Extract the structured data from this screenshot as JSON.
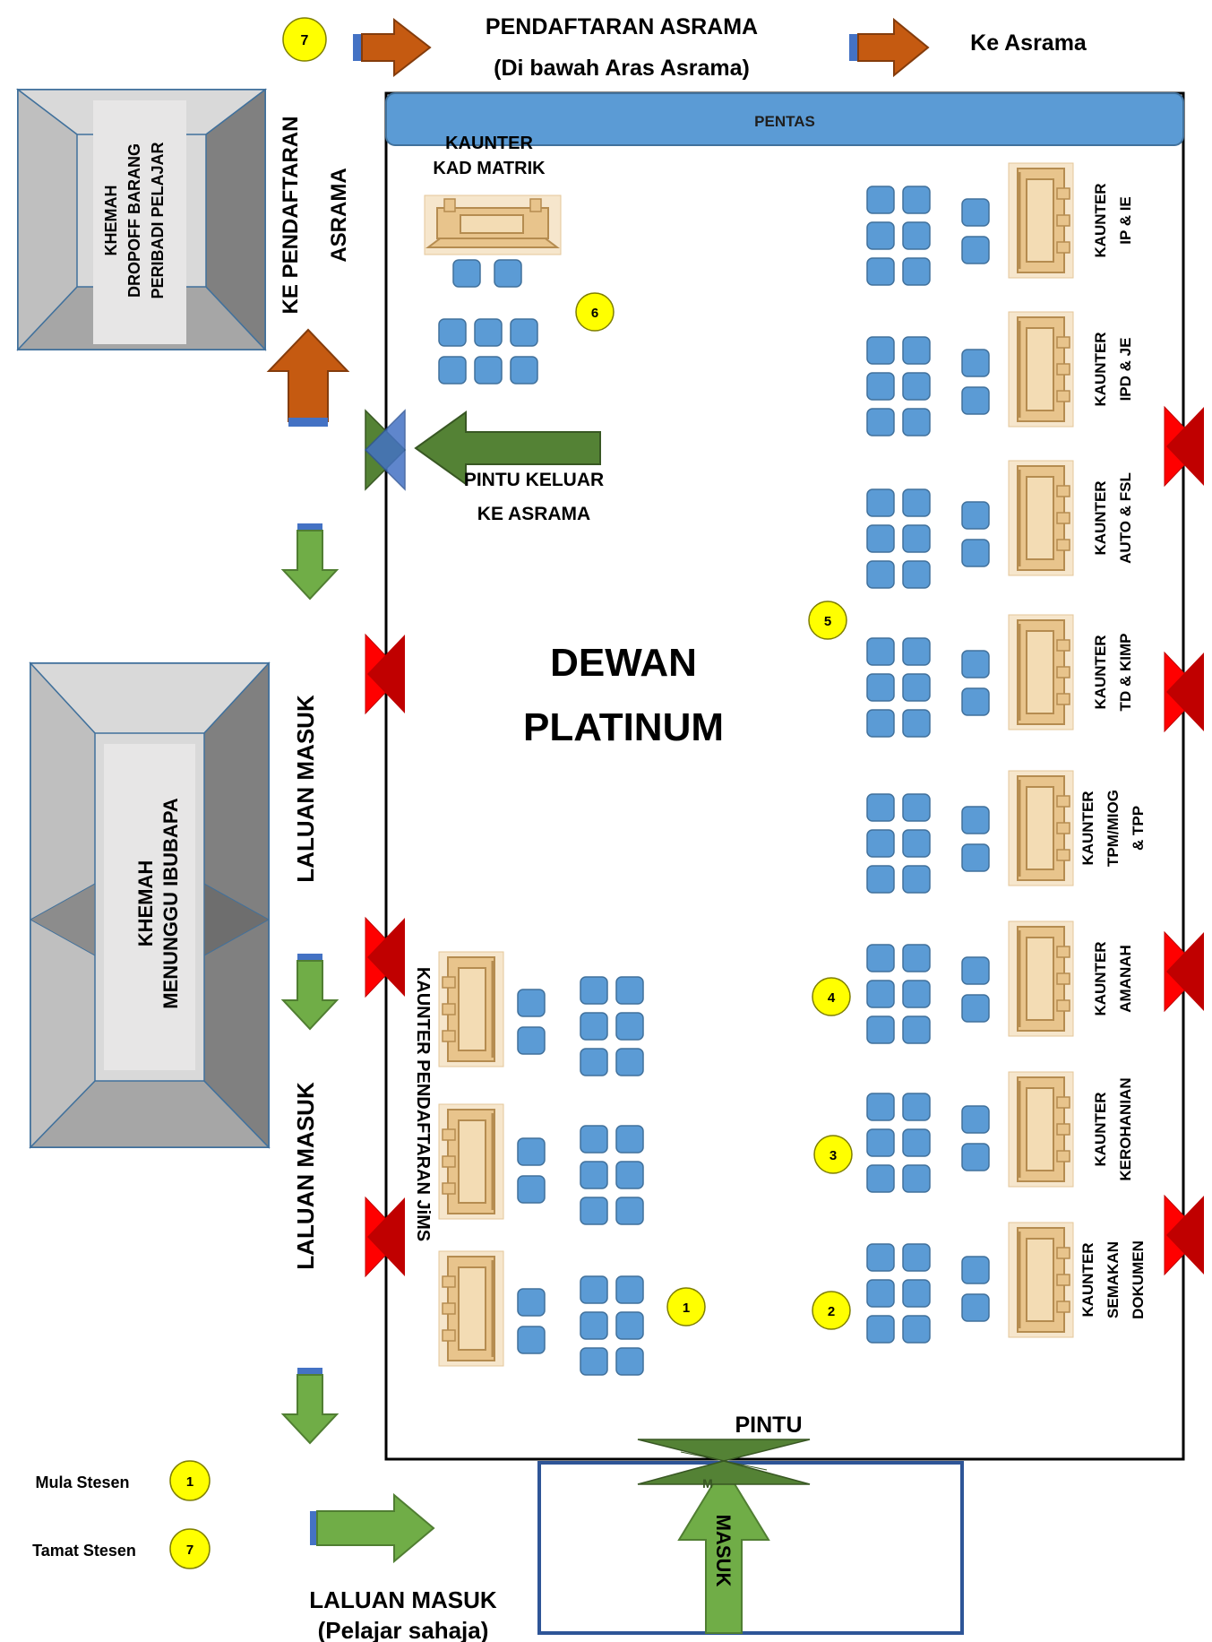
{
  "top": {
    "registration_line1": "PENDAFTARAN ASRAMA",
    "registration_line2": "(Di bawah Aras Asrama)",
    "to_hostel": "Ke Asrama",
    "to_registration_line1": "KE PENDAFTARAN",
    "to_registration_line2": "ASRAMA"
  },
  "tents": {
    "dropoff_line1": "KHEMAH",
    "dropoff_line2": "DROPOFF BARANG",
    "dropoff_line3": "PERIBADI PELAJAR",
    "parents_line1": "KHEMAH",
    "parents_line2": "MENUNGGU IBUBAPA"
  },
  "hall": {
    "stage": "PENTAS",
    "name_line1": "DEWAN",
    "name_line2": "PLATINUM",
    "matric_counter_line1": "KAUNTER",
    "matric_counter_line2": "KAD MATRIK",
    "exit_line1": "PINTU KELUAR",
    "exit_line2": "KE ASRAMA",
    "jims_counter": "KAUNTER PENDAFTARAN JiMS",
    "door": "PINTU",
    "door_partial": "M",
    "enter": "MASUK"
  },
  "counters": [
    {
      "line1": "KAUNTER",
      "line2": "IP & IE",
      "line3": ""
    },
    {
      "line1": "KAUNTER",
      "line2": "IPD & JE",
      "line3": ""
    },
    {
      "line1": "KAUNTER",
      "line2": "AUTO & FSL",
      "line3": ""
    },
    {
      "line1": "KAUNTER",
      "line2": "TD & KIMP",
      "line3": ""
    },
    {
      "line1": "KAUNTER",
      "line2": "TPM/MIOG",
      "line3": "& TPP"
    },
    {
      "line1": "KAUNTER",
      "line2": "AMANAH",
      "line3": ""
    },
    {
      "line1": "KAUNTER",
      "line2": "KEROHANIAN",
      "line3": ""
    },
    {
      "line1": "KAUNTER",
      "line2": "SEMAKAN",
      "line3": "DOKUMEN"
    }
  ],
  "stations": [
    "1",
    "2",
    "3",
    "4",
    "5",
    "6",
    "7"
  ],
  "paths": {
    "entry_path": "LALUAN MASUK",
    "entry_students_line1": "LALUAN MASUK",
    "entry_students_line2": "(Pelajar sahaja)"
  },
  "legend": {
    "start_label": "Mula Stesen",
    "start_number": "1",
    "end_label": "Tamat Stesen",
    "end_number": "7"
  },
  "colors": {
    "stage_blue": "#5b9bd5",
    "chair_blue": "#5b9bd5",
    "station_yellow": "#ffff00",
    "arrow_orange": "#c55a11",
    "arrow_green": "#70ad47",
    "exit_green": "#548235",
    "door_red": "#ff0000",
    "desk_tan": "#e2bf8a",
    "tent_gray": "#a6a6a6",
    "tent_dark": "#808080",
    "tent_light": "#d9d9d9"
  }
}
